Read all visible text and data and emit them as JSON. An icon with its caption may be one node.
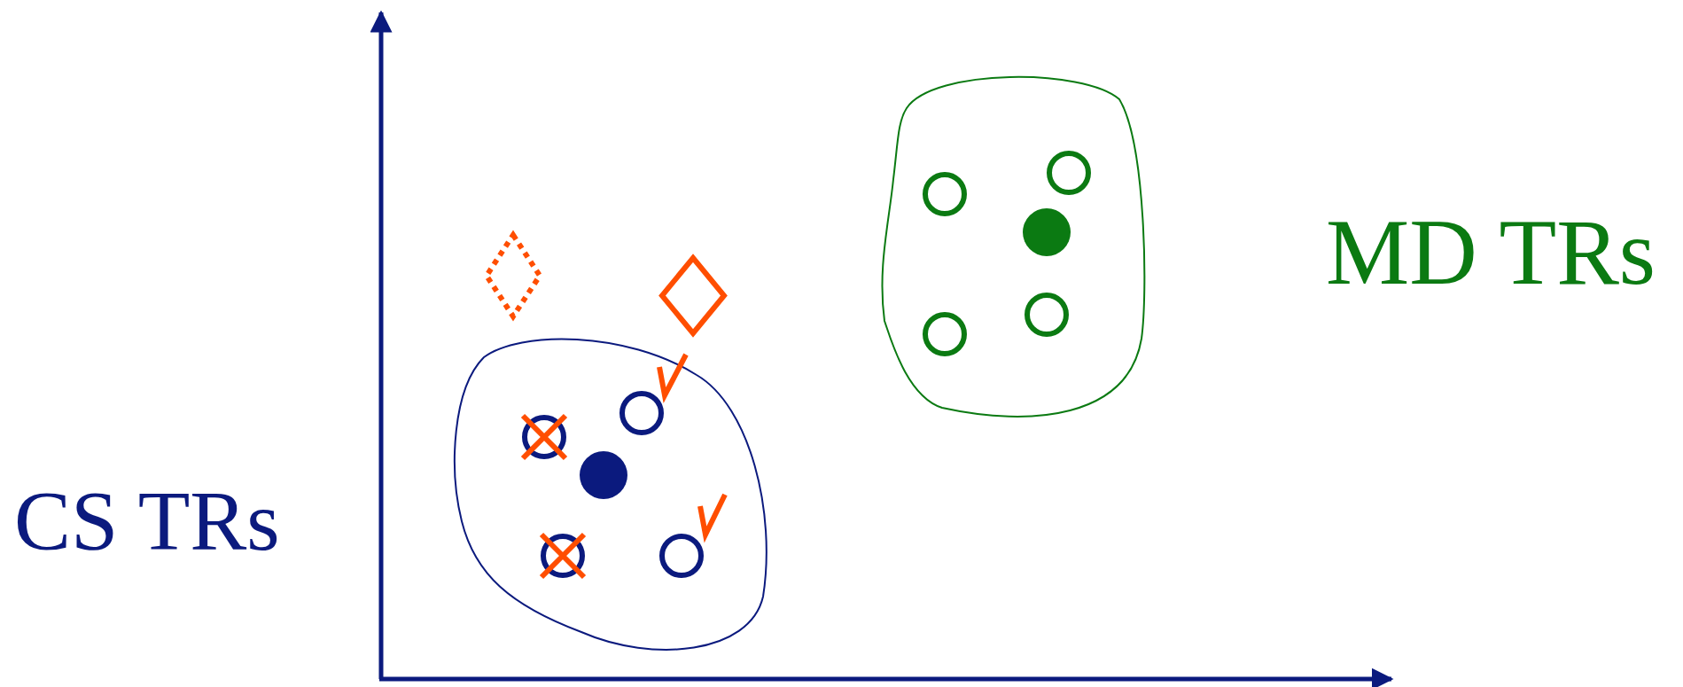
{
  "diagram": {
    "nodes": [
      {
        "text": [],
        "shape": "cloud"
      },
      {
        "text": [],
        "shape": "circle",
        "in": 0
      },
      {
        "text": [],
        "shape": "circle",
        "in": 0
      },
      {
        "text": [],
        "shape": "dot",
        "in": 0
      },
      {
        "text": [],
        "shape": "circle",
        "in": 0
      },
      {
        "text": [],
        "shape": "circle",
        "in": 0
      },
      {
        "text": [],
        "shape": "diamond"
      },
      {
        "text": [],
        "shape": "diamond"
      },
      {
        "text": [],
        "shape": "cloud"
      },
      {
        "text": [],
        "shape": "circle",
        "in": 8
      },
      {
        "text": [],
        "shape": "circle",
        "in": 8
      },
      {
        "text": [],
        "shape": "dot",
        "in": 8
      },
      {
        "text": [],
        "shape": "circle",
        "in": 8
      },
      {
        "text": [],
        "shape": "circle",
        "in": 8
      }
    ],
    "labels": [
      "MD TRs",
      "CS TRs"
    ]
  }
}
